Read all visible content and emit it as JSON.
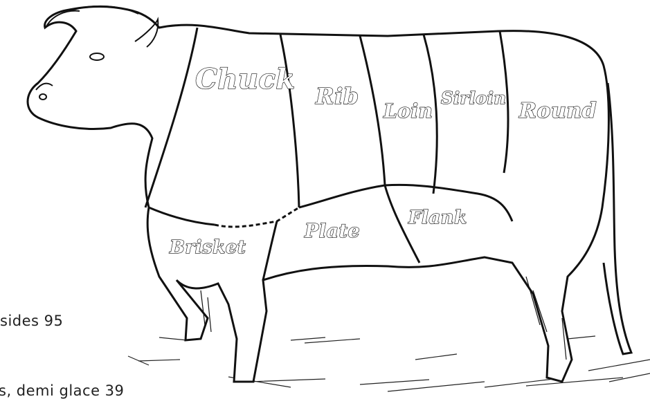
{
  "diagram": {
    "cuts": [
      {
        "id": "chuck",
        "label": "Chuck"
      },
      {
        "id": "rib",
        "label": "Rib"
      },
      {
        "id": "loin",
        "label": "Loin"
      },
      {
        "id": "sirloin",
        "label": "Sirloin"
      },
      {
        "id": "round",
        "label": "Round"
      },
      {
        "id": "brisket",
        "label": "Brisket"
      },
      {
        "id": "plate",
        "label": "Plate"
      },
      {
        "id": "flank",
        "label": "Flank"
      }
    ]
  },
  "menu_fragments": [
    {
      "text": "sides  95"
    },
    {
      "text": "s, demi glace  39"
    }
  ],
  "colors": {
    "ink": "#111111",
    "background": "#ffffff"
  }
}
